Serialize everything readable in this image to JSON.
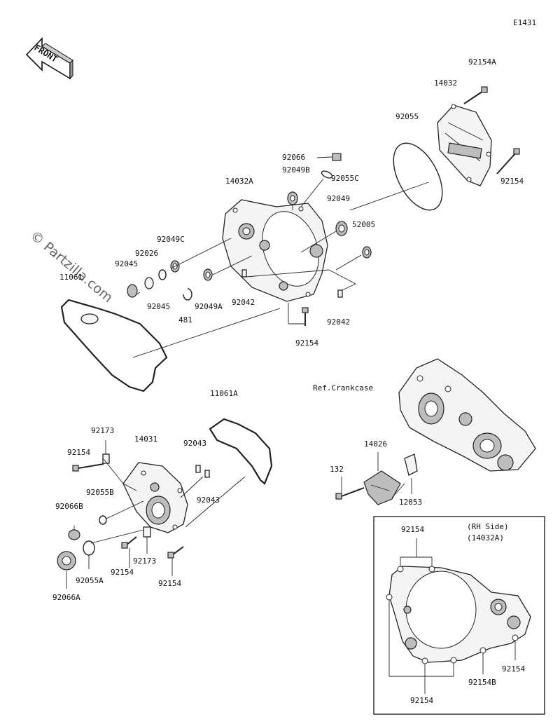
{
  "diagram_id": "E1431",
  "front_label": "FRONT",
  "watermark": "© Partzilla.com",
  "ref_label": "Ref.Crankcase",
  "inset": {
    "line1": "(RH Side)",
    "line2": "(14032A)"
  },
  "labels": {
    "p92154A": "92154A",
    "p14032": "14032",
    "p92055": "92055",
    "p92154_top": "92154",
    "p92066": "92066",
    "p92049B": "92049B",
    "p92055C": "92055C",
    "p14032A": "14032A",
    "p92049": "92049",
    "p52005": "52005",
    "p92049C": "92049C",
    "p92026": "92026",
    "p92045a": "92045",
    "p92045b": "92045",
    "p11061": "11061",
    "p481": "481",
    "p92049A": "92049A",
    "p92042a": "92042",
    "p92042b": "92042",
    "p92154_mid": "92154",
    "p11061A": "11061A",
    "p92173a": "92173",
    "p92154_l": "92154",
    "p14031": "14031",
    "p92043a": "92043",
    "p92043b": "92043",
    "p92055B": "92055B",
    "p92066B": "92066B",
    "p92173b": "92173",
    "p92154_b1": "92154",
    "p92154_b2": "92154",
    "p92055A": "92055A",
    "p92066A": "92066A",
    "p14026": "14026",
    "p132": "132",
    "p12053": "12053",
    "i92154_top": "92154",
    "i92154_r": "92154",
    "i92154B": "92154B",
    "i92154_bot": "92154"
  }
}
